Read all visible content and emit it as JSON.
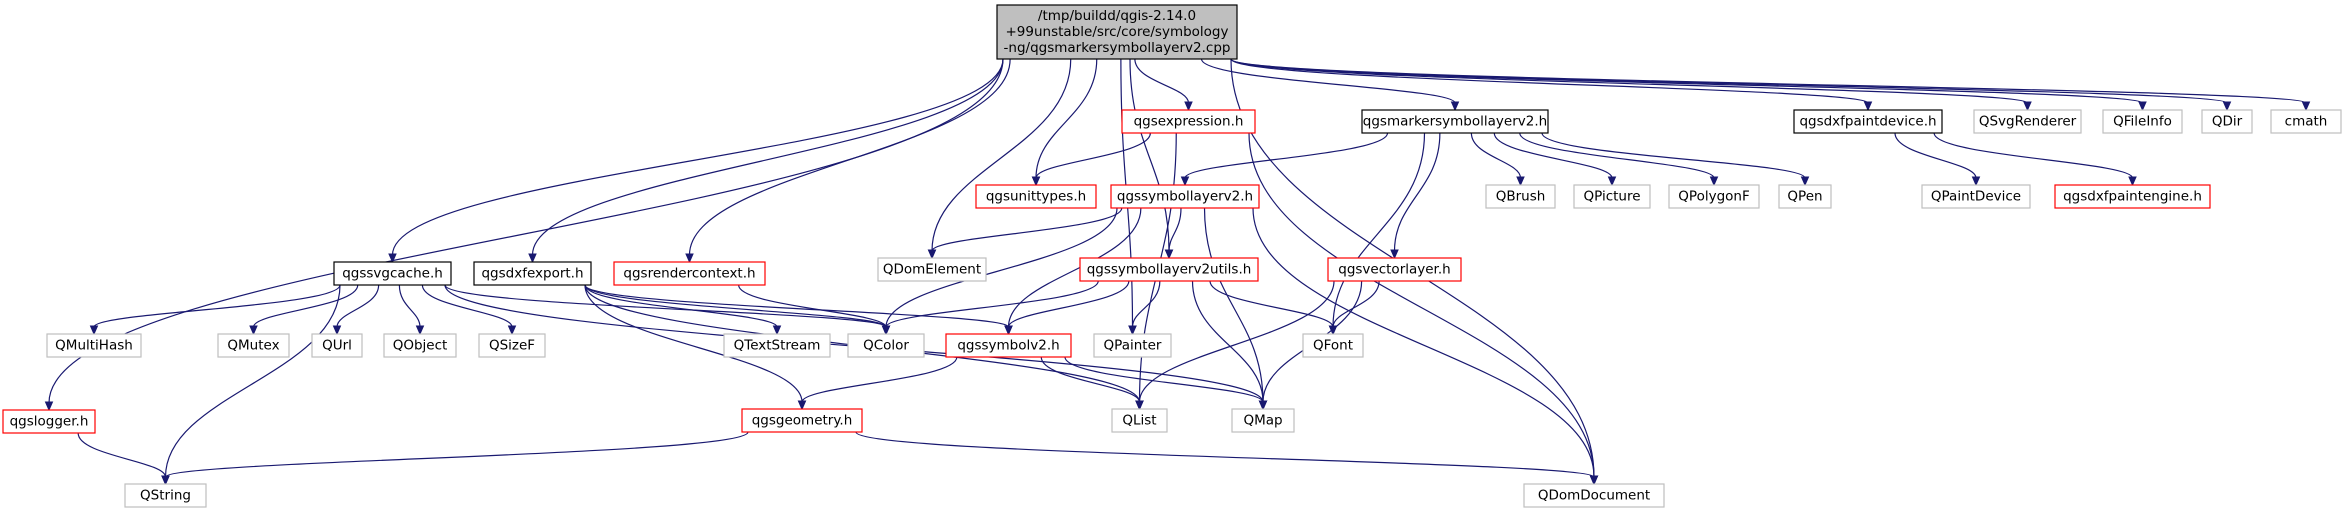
{
  "colors": {
    "root_fill": "#bfbfbf",
    "root_border": "#000000",
    "documented_border": "#000000",
    "incomplete_border": "#ff0000",
    "external_border": "#bfbfbf",
    "external_text": "#808080",
    "edge": "#191970"
  },
  "nodes": {
    "root": {
      "lines": [
        "/tmp/buildd/qgis-2.14.0",
        "+99unstable/src/core/symbology",
        "-ng/qgsmarkersymbollayerv2.cpp"
      ],
      "kind": "root"
    },
    "qgslogger": {
      "lines": [
        "qgslogger.h"
      ],
      "kind": "incomplete"
    },
    "qgssvgcache": {
      "lines": [
        "qgssvgcache.h"
      ],
      "kind": "documented"
    },
    "qgsdxfexport": {
      "lines": [
        "qgsdxfexport.h"
      ],
      "kind": "documented"
    },
    "qgsrendercontext": {
      "lines": [
        "qgsrendercontext.h"
      ],
      "kind": "incomplete"
    },
    "qgsexpression": {
      "lines": [
        "qgsexpression.h"
      ],
      "kind": "incomplete"
    },
    "qgsunittypes": {
      "lines": [
        "qgsunittypes.h"
      ],
      "kind": "incomplete"
    },
    "qgsmarkersymbollayerv2h": {
      "lines": [
        "qgsmarkersymbollayerv2.h"
      ],
      "kind": "documented"
    },
    "qgsdxfpaintdevice": {
      "lines": [
        "qgsdxfpaintdevice.h"
      ],
      "kind": "documented"
    },
    "QSvgRenderer": {
      "lines": [
        "QSvgRenderer"
      ],
      "kind": "external"
    },
    "QFileInfo": {
      "lines": [
        "QFileInfo"
      ],
      "kind": "external"
    },
    "QDir": {
      "lines": [
        "QDir"
      ],
      "kind": "external"
    },
    "cmath": {
      "lines": [
        "cmath"
      ],
      "kind": "external"
    },
    "qgssymbollayerv2": {
      "lines": [
        "qgssymbollayerv2.h"
      ],
      "kind": "incomplete"
    },
    "QBrush": {
      "lines": [
        "QBrush"
      ],
      "kind": "external"
    },
    "QPicture": {
      "lines": [
        "QPicture"
      ],
      "kind": "external"
    },
    "QPolygonF": {
      "lines": [
        "QPolygonF"
      ],
      "kind": "external"
    },
    "QPen": {
      "lines": [
        "QPen"
      ],
      "kind": "external"
    },
    "QPaintDevice": {
      "lines": [
        "QPaintDevice"
      ],
      "kind": "external"
    },
    "qgsdxfpaintengine": {
      "lines": [
        "qgsdxfpaintengine.h"
      ],
      "kind": "incomplete"
    },
    "QDomElement": {
      "lines": [
        "QDomElement"
      ],
      "kind": "external"
    },
    "qgssymbollayerv2utils": {
      "lines": [
        "qgssymbollayerv2utils.h"
      ],
      "kind": "incomplete"
    },
    "qgsvectorlayer": {
      "lines": [
        "qgsvectorlayer.h"
      ],
      "kind": "incomplete"
    },
    "QMultiHash": {
      "lines": [
        "QMultiHash"
      ],
      "kind": "external"
    },
    "QMutex": {
      "lines": [
        "QMutex"
      ],
      "kind": "external"
    },
    "QUrl": {
      "lines": [
        "QUrl"
      ],
      "kind": "external"
    },
    "QObject": {
      "lines": [
        "QObject"
      ],
      "kind": "external"
    },
    "QSizeF": {
      "lines": [
        "QSizeF"
      ],
      "kind": "external"
    },
    "QTextStream": {
      "lines": [
        "QTextStream"
      ],
      "kind": "external"
    },
    "QColor": {
      "lines": [
        "QColor"
      ],
      "kind": "external"
    },
    "qgssymbolv2": {
      "lines": [
        "qgssymbolv2.h"
      ],
      "kind": "incomplete"
    },
    "QPainter": {
      "lines": [
        "QPainter"
      ],
      "kind": "external"
    },
    "QFont": {
      "lines": [
        "QFont"
      ],
      "kind": "external"
    },
    "qgsgeometry": {
      "lines": [
        "qgsgeometry.h"
      ],
      "kind": "incomplete"
    },
    "QList": {
      "lines": [
        "QList"
      ],
      "kind": "external"
    },
    "QMap": {
      "lines": [
        "QMap"
      ],
      "kind": "external"
    },
    "QString": {
      "lines": [
        "QString"
      ],
      "kind": "external"
    },
    "QDomDocument": {
      "lines": [
        "QDomDocument"
      ],
      "kind": "external"
    }
  },
  "edges": [
    [
      "root",
      "qgslogger"
    ],
    [
      "root",
      "qgssvgcache"
    ],
    [
      "root",
      "qgsdxfexport"
    ],
    [
      "root",
      "qgsrendercontext"
    ],
    [
      "root",
      "qgsexpression"
    ],
    [
      "root",
      "qgsunittypes"
    ],
    [
      "root",
      "qgsmarkersymbollayerv2h"
    ],
    [
      "root",
      "qgsdxfpaintdevice"
    ],
    [
      "root",
      "QSvgRenderer"
    ],
    [
      "root",
      "QFileInfo"
    ],
    [
      "root",
      "QDir"
    ],
    [
      "root",
      "cmath"
    ],
    [
      "root",
      "QDomElement"
    ],
    [
      "root",
      "qgssymbollayerv2utils"
    ],
    [
      "root",
      "QPainter"
    ],
    [
      "root",
      "QDomDocument"
    ],
    [
      "qgsexpression",
      "qgsunittypes"
    ],
    [
      "qgsexpression",
      "QList"
    ],
    [
      "qgsexpression",
      "QDomDocument"
    ],
    [
      "qgsmarkersymbollayerv2h",
      "qgssymbollayerv2"
    ],
    [
      "qgsmarkersymbollayerv2h",
      "QBrush"
    ],
    [
      "qgsmarkersymbollayerv2h",
      "QPicture"
    ],
    [
      "qgsmarkersymbollayerv2h",
      "QPolygonF"
    ],
    [
      "qgsmarkersymbollayerv2h",
      "QPen"
    ],
    [
      "qgsmarkersymbollayerv2h",
      "qgsvectorlayer"
    ],
    [
      "qgsmarkersymbollayerv2h",
      "QFont"
    ],
    [
      "qgsdxfpaintdevice",
      "QPaintDevice"
    ],
    [
      "qgsdxfpaintdevice",
      "qgsdxfpaintengine"
    ],
    [
      "qgssymbollayerv2",
      "QDomElement"
    ],
    [
      "qgssymbollayerv2",
      "qgssymbollayerv2utils"
    ],
    [
      "qgssymbollayerv2",
      "QColor"
    ],
    [
      "qgssymbollayerv2",
      "qgssymbolv2"
    ],
    [
      "qgssymbollayerv2",
      "QMap"
    ],
    [
      "qgssymbollayerv2",
      "QDomDocument"
    ],
    [
      "qgssymbollayerv2utils",
      "QColor"
    ],
    [
      "qgssymbollayerv2utils",
      "qgssymbolv2"
    ],
    [
      "qgssymbollayerv2utils",
      "QPainter"
    ],
    [
      "qgssymbollayerv2utils",
      "QFont"
    ],
    [
      "qgssymbollayerv2utils",
      "QMap"
    ],
    [
      "qgsvectorlayer",
      "QFont"
    ],
    [
      "qgsvectorlayer",
      "QList"
    ],
    [
      "qgsvectorlayer",
      "QMap"
    ],
    [
      "qgssvgcache",
      "QMultiHash"
    ],
    [
      "qgssvgcache",
      "QMutex"
    ],
    [
      "qgssvgcache",
      "QUrl"
    ],
    [
      "qgssvgcache",
      "QObject"
    ],
    [
      "qgssvgcache",
      "QSizeF"
    ],
    [
      "qgssvgcache",
      "QColor"
    ],
    [
      "qgssvgcache",
      "QString"
    ],
    [
      "qgssvgcache",
      "QMap"
    ],
    [
      "qgsdxfexport",
      "QTextStream"
    ],
    [
      "qgsdxfexport",
      "QColor"
    ],
    [
      "qgsdxfexport",
      "qgssymbolv2"
    ],
    [
      "qgsdxfexport",
      "qgsgeometry"
    ],
    [
      "qgsdxfexport",
      "QList"
    ],
    [
      "qgsrendercontext",
      "QColor"
    ],
    [
      "qgssymbolv2",
      "qgsgeometry"
    ],
    [
      "qgssymbolv2",
      "QList"
    ],
    [
      "qgssymbolv2",
      "QMap"
    ],
    [
      "qgsgeometry",
      "QString"
    ],
    [
      "qgsgeometry",
      "QDomDocument"
    ],
    [
      "qgslogger",
      "QString"
    ]
  ]
}
